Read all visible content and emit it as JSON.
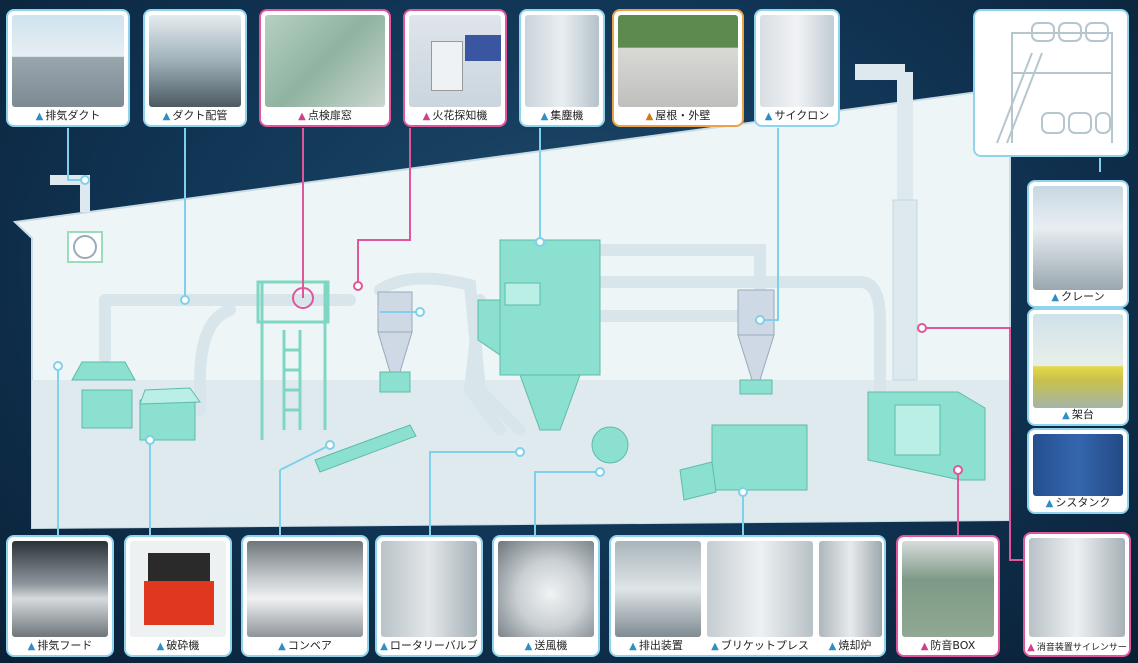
{
  "colors": {
    "background": "#103352",
    "building_fill": "#eef5f7",
    "equipment": "#8be0cf",
    "duct": "#dde9ef",
    "line_blue": "#7fd0ea",
    "line_pink": "#e0559c",
    "border_orange": "#e9a24a"
  },
  "top_items": [
    {
      "label": "排気ダクト",
      "color": "blue"
    },
    {
      "label": "ダクト配管",
      "color": "blue"
    },
    {
      "label": "点検扉窓",
      "color": "pink"
    },
    {
      "label": "火花探知機",
      "color": "pink"
    },
    {
      "label": "集塵機",
      "color": "blue"
    },
    {
      "label": "屋根・外壁",
      "color": "orange"
    },
    {
      "label": "サイクロン",
      "color": "blue"
    }
  ],
  "right_items": [
    {
      "label": "クレーン",
      "color": "blue"
    },
    {
      "label": "架台",
      "color": "blue"
    },
    {
      "label": "シスタンク",
      "color": "blue"
    }
  ],
  "bottom_items": [
    {
      "label": "排気フード",
      "color": "blue"
    },
    {
      "label": "破砕機",
      "color": "blue"
    },
    {
      "label": "コンベア",
      "color": "blue"
    },
    {
      "label": "ロータリーバルブ",
      "color": "blue"
    },
    {
      "label": "送風機",
      "color": "blue"
    },
    {
      "label": "排出装置",
      "color": "blue"
    },
    {
      "label": "ブリケットプレス",
      "color": "blue"
    },
    {
      "label": "焼却炉",
      "color": "blue"
    },
    {
      "label": "防音BOX",
      "color": "pink"
    },
    {
      "label": "消音装置サイレンサー",
      "color": "pink"
    }
  ]
}
